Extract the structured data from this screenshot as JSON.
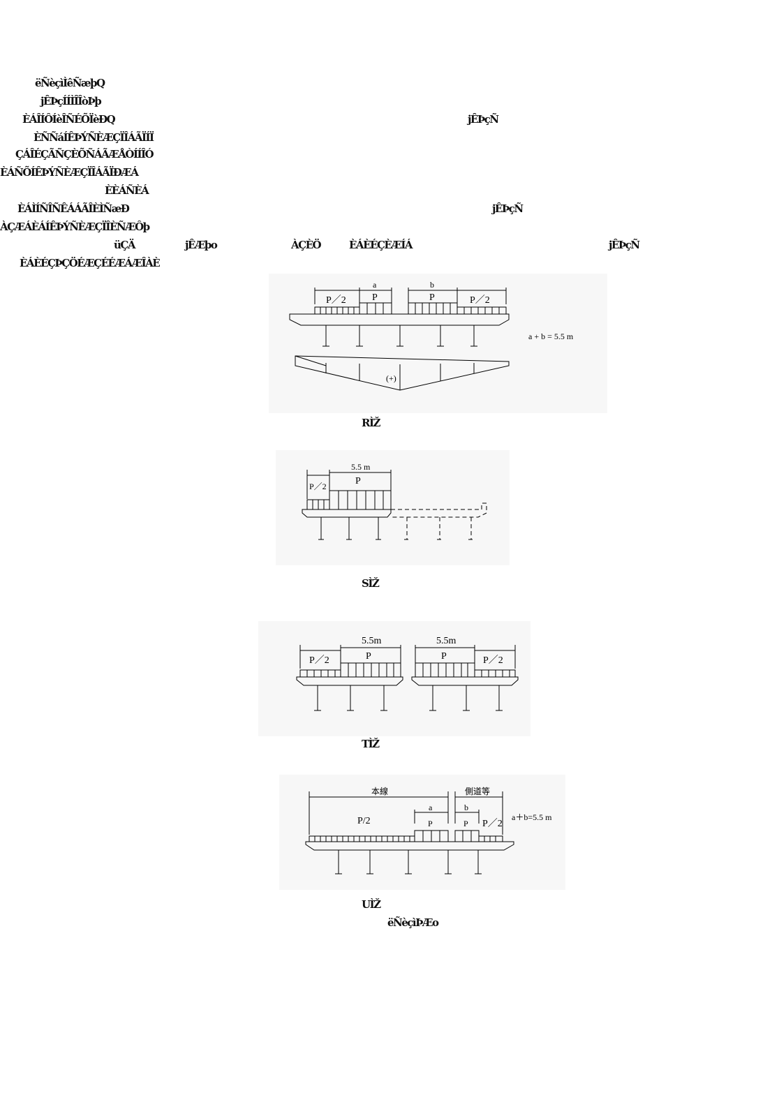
{
  "text_lines": [
    "ëÑèçìÌêÑæþQ",
    "jÊÞçÍÍÌÎÎòÞþ",
    "ÈÁÎÍÔÍèÎÑÉÕÏèÐQ",
    "jÊÞçÑ",
    "ÈÑÑáÍÊÞÝÑÈÆÇÏÎÁÃÏÍÏ",
    "ÇÁÎÉÇÃÑÇÈÕÑÁÃÆÅÒÍÍÎÓ",
    "ÈÁÑÕÍÊÞÝÑÈÆÇÏÎÁÃÏÐÆÁ",
    "ÈÈÁÑÈÁ",
    "ÈÁÌÍÑÎÑÊÁÁÃÎÈÌÑæÐ",
    "jÊÞçÑ",
    "ÀÇÆÁÈÁÍÊÞÝÑÈÆÇÏÎÈÑÆÔþ",
    "üÇÄ",
    "jÊÆþo",
    "ÀÇÈÖ",
    "ÈÁÈÉÇÈÆÍÁ",
    "jÊÞçÑ",
    "ÈÁÈÉÇÞÇÖÉÆÇÉÉÆÁÆÎÀÈ"
  ],
  "fig1": {
    "dim_a": "a",
    "dim_b": "b",
    "load_half_left": "P／2",
    "load_a": "P",
    "load_b": "P",
    "load_half_right": "P／2",
    "formula": "a + b = 5.5 m",
    "sign": "(+)",
    "caption": "RÌŽ"
  },
  "fig2": {
    "dim": "5.5 m",
    "load_half": "P／2",
    "load_p": "P",
    "caption": "SÌŽ"
  },
  "fig3": {
    "dim_left": "5.5m",
    "dim_right": "5.5m",
    "load_half_left": "P／2",
    "load_p_left": "P",
    "load_p_right": "P",
    "load_half_right": "P／2",
    "caption": "TÌŽ"
  },
  "fig4": {
    "main_line": "本線",
    "side_road": "側道等",
    "load_half_left": "P/2",
    "dim_a": "a",
    "dim_b": "b",
    "load_a": "P",
    "load_b": "P",
    "load_half_right": "P／2",
    "formula": "a＋b=5.5 m",
    "caption": "UÌŽ"
  },
  "bottom_line": "ëÑèçìÞÆo"
}
